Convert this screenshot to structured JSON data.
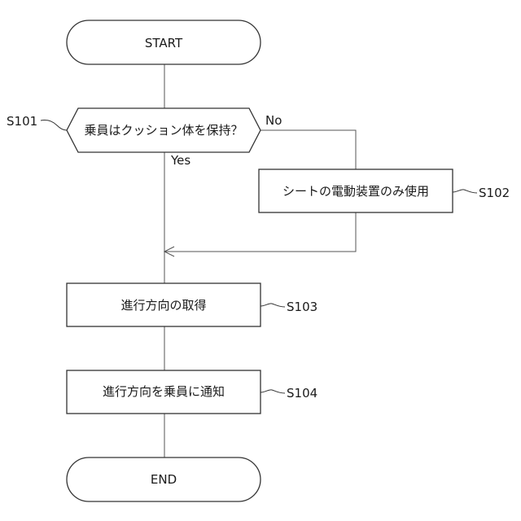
{
  "flowchart": {
    "start": "START",
    "decision": {
      "label": "乗員はクッション体を保持？",
      "step_id": "S101",
      "no_label": "No",
      "yes_label": "Yes"
    },
    "seat_only": {
      "label": "シートの電動装置のみ使用",
      "step_id": "S102"
    },
    "acquire_direction": {
      "label": "進行方向の取得",
      "step_id": "S103"
    },
    "notify_direction": {
      "label": "進行方向を乗員に通知",
      "step_id": "S104"
    },
    "end": "END"
  }
}
